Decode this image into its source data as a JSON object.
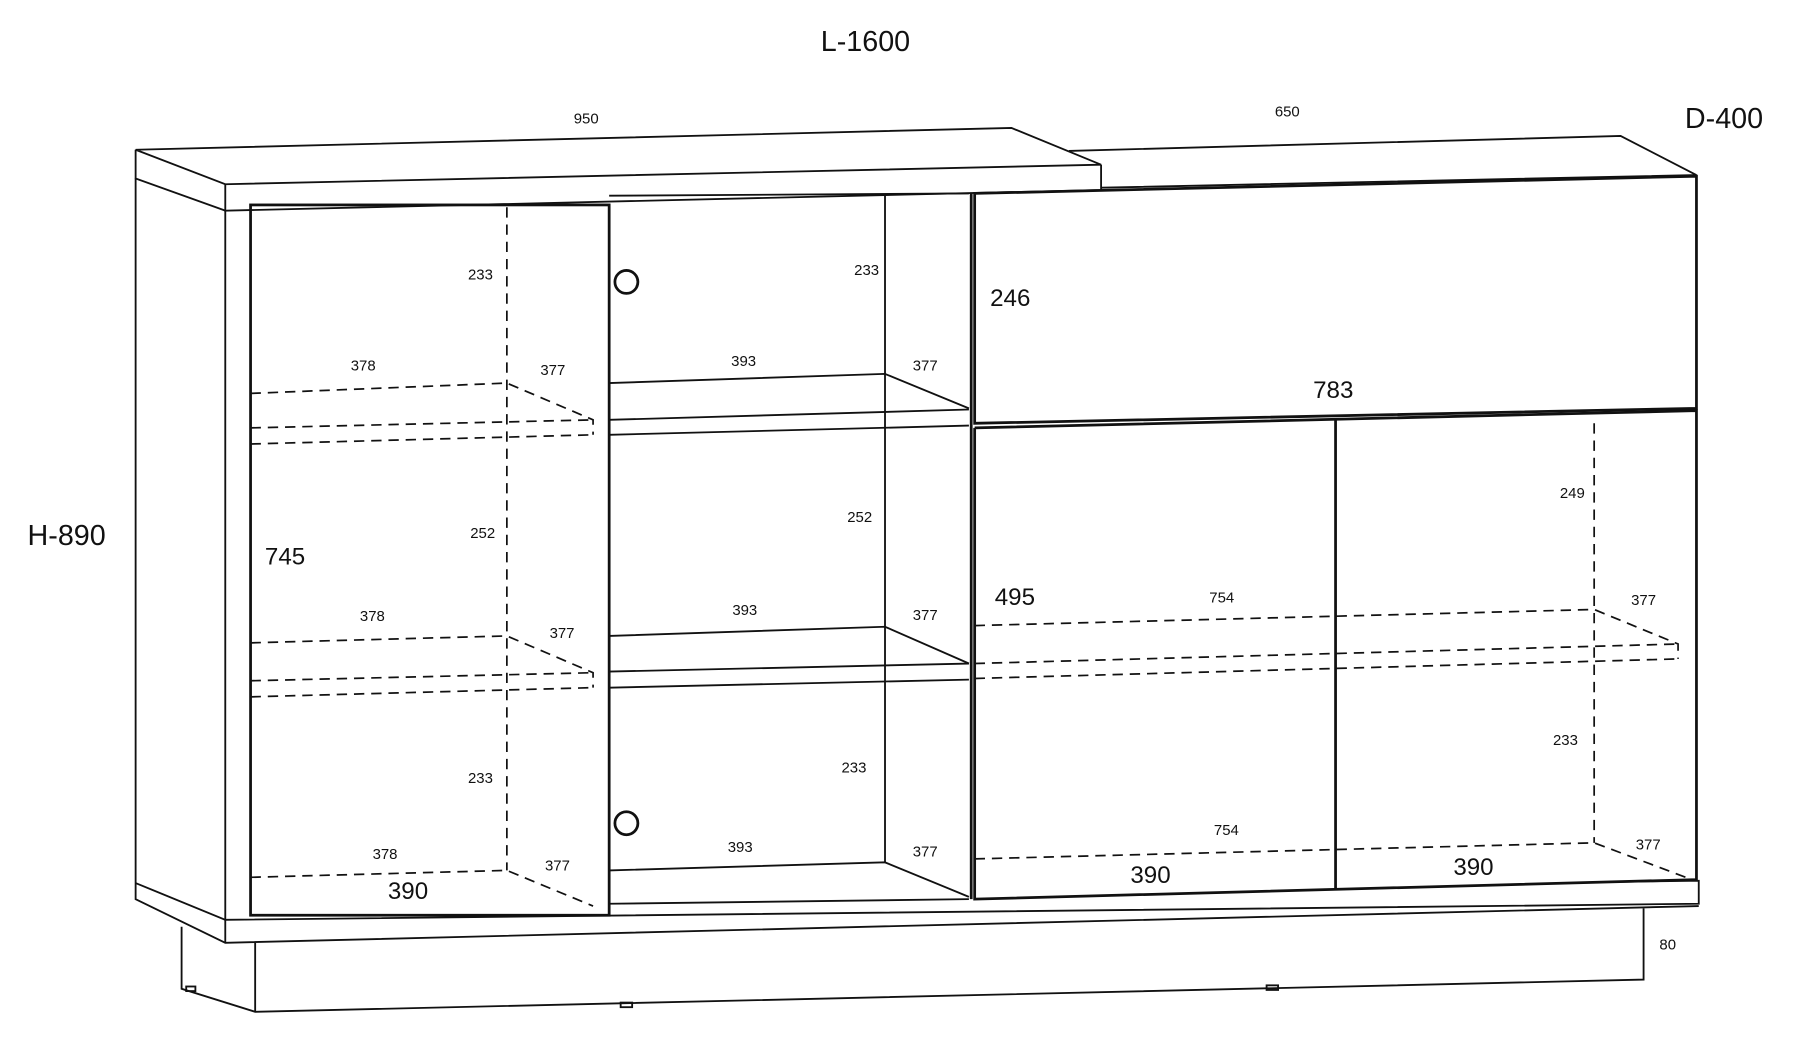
{
  "overall": {
    "length": "L-1600",
    "depth": "D-400",
    "height": "H-890"
  },
  "top": {
    "left_width": "950",
    "right_width": "650",
    "plinth_height": "80"
  },
  "left_door": {
    "door_height": "745",
    "door_width": "390",
    "heights": [
      "233",
      "252",
      "233"
    ],
    "shelf_widths": [
      "378",
      "378",
      "378"
    ],
    "shelf_depths": [
      "377",
      "377",
      "377"
    ]
  },
  "open_section": {
    "heights": [
      "233",
      "252",
      "233"
    ],
    "shelf_widths": [
      "393",
      "393",
      "393"
    ],
    "shelf_depths": [
      "377",
      "377",
      "377"
    ]
  },
  "drawer": {
    "height": "246",
    "width": "783"
  },
  "right_doors": {
    "height": "495",
    "door_widths": [
      "390",
      "390"
    ],
    "shelf_widths": [
      "754",
      "754"
    ],
    "heights": [
      "249",
      "233"
    ],
    "shelf_depths": [
      "377",
      "377"
    ]
  }
}
